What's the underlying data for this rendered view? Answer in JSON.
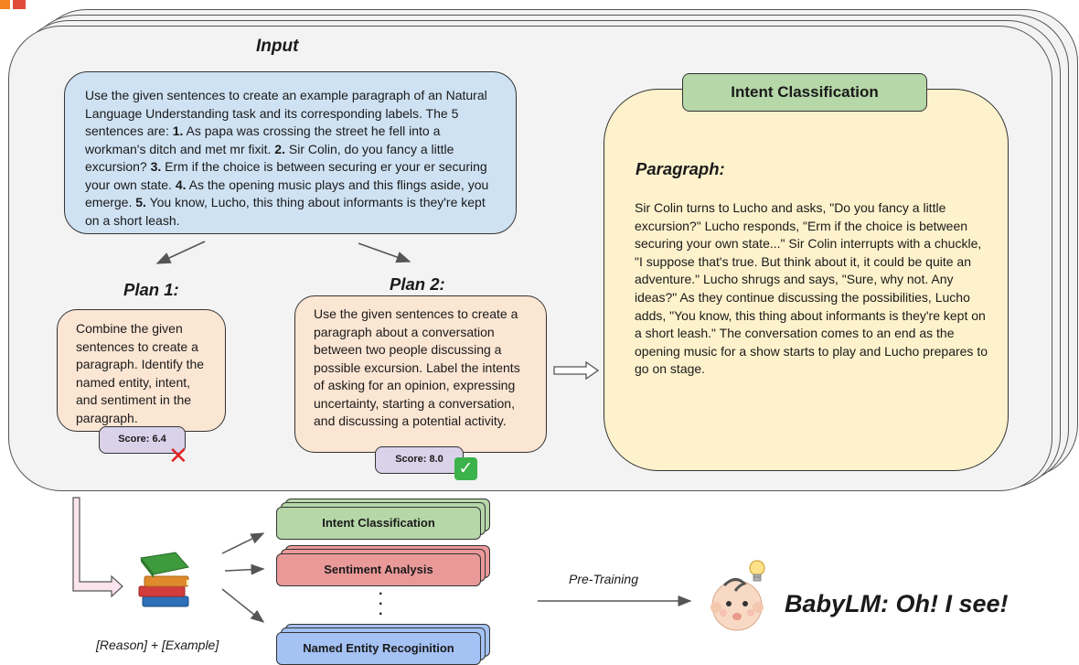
{
  "input": {
    "title": "Input",
    "prompt_intro": "Use the given sentences to create an example paragraph of an Natural Language Understanding task and its corresponding labels. The 5 sentences are: ",
    "sentences": [
      {
        "num": "1.",
        "text": " As papa was crossing the street he fell into a workman's ditch and met mr fixit. "
      },
      {
        "num": "2.",
        "text": " Sir Colin, do you fancy a little excursion? "
      },
      {
        "num": "3.",
        "text": " Erm if the choice is between  securing er your er securing your own state. "
      },
      {
        "num": "4.",
        "text": " As the opening music plays and this flings aside, you emerge. "
      },
      {
        "num": "5.",
        "text": " You know, Lucho, this thing about informants is they're kept on a short leash."
      }
    ]
  },
  "plans": [
    {
      "title": "Plan 1:",
      "text": "Combine the given sentences to create a paragraph. Identify the named entity, intent, and sentiment in the paragraph.",
      "score": "Score: 6.4",
      "mark": "✕"
    },
    {
      "title": "Plan 2:",
      "text": "Use the given sentences to create a paragraph about a conversation between two people discussing a possible excursion. Label the intents of asking for an opinion, expressing uncertainty, starting a conversation, and discussing a potential activity.",
      "score": "Score: 8.0",
      "mark": "✓"
    }
  ],
  "result": {
    "header": "Intent Classification",
    "paragraph_title": "Paragraph:",
    "paragraph_text": "Sir Colin turns to Lucho and asks, \"Do you fancy a little excursion?\" Lucho responds, \"Erm if the choice is between securing your own state...\" Sir Colin interrupts with a chuckle, \"I suppose that's true. But think about it, it could be quite an adventure.\" Lucho shrugs and says, \"Sure, why not. Any ideas?\" As they continue discussing the possibilities, Lucho adds, \"You know, this thing about informants is they're kept on a short leash.\" The conversation comes to an end as the opening music for a show starts to play and Lucho prepares to go on stage."
  },
  "bottom": {
    "books_icon": "books-icon",
    "caption": "[Reason] + [Example]",
    "tasks": [
      "Intent Classification",
      "Sentiment Analysis",
      "Named Entity Recoginition"
    ],
    "dots": "·\n·\n·",
    "arrow_label": "Pre-Training",
    "baby_icon": "baby-icon",
    "bulb_icon": "lightbulb-icon",
    "babylm_text": "BabyLM: Oh! I see!"
  },
  "colors": {
    "input_blue": "#cfe2f3",
    "plan_peach": "#fbe5d3",
    "score_lavender": "#d9d2e9",
    "result_yellow": "#fef2cc",
    "green": "#b6d7a8",
    "red": "#ea9999",
    "blue": "#a4c2f4",
    "cross_red": "#e02626",
    "check_green": "#3cb34a"
  }
}
